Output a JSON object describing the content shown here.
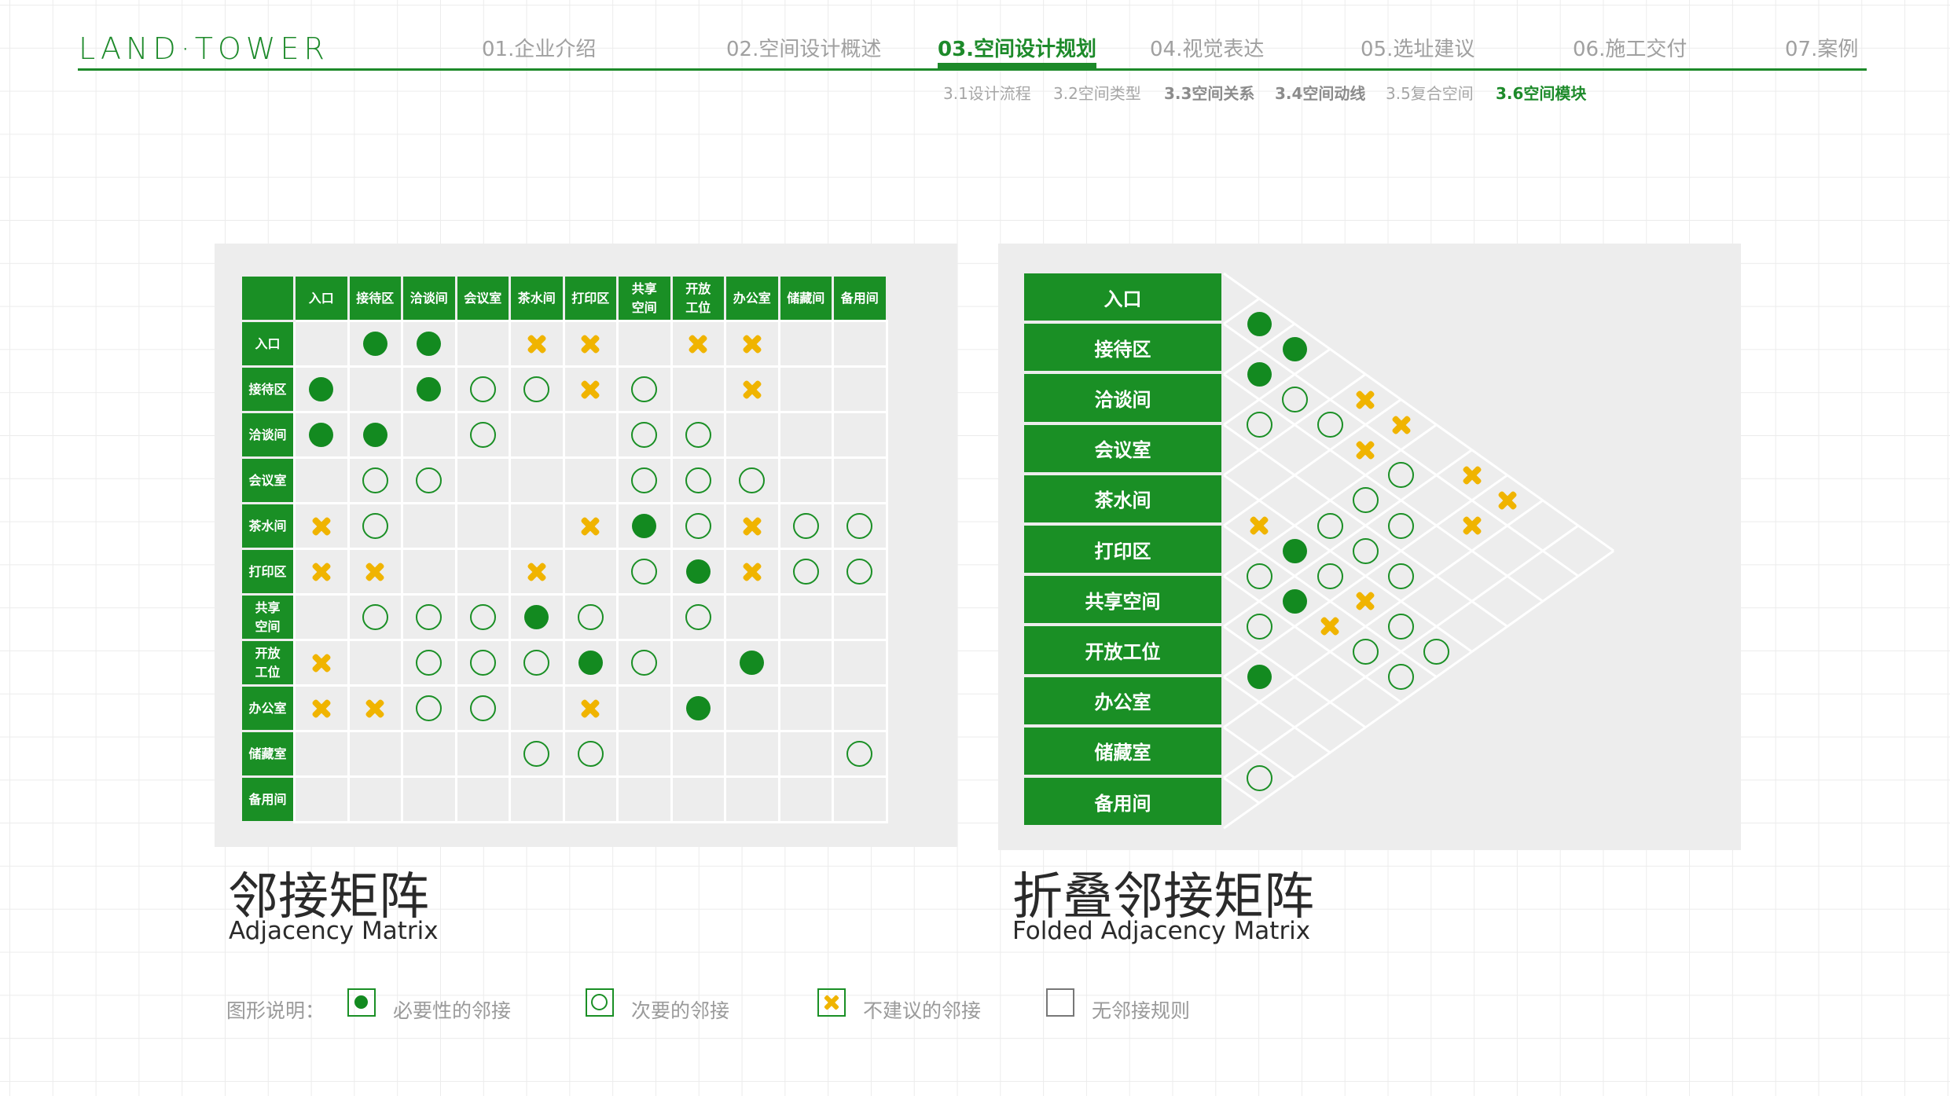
{
  "header": {
    "logo": "LAND·TOWER",
    "nav": [
      {
        "label": "01.企业介绍",
        "active": false
      },
      {
        "label": "02.空间设计概述",
        "active": false
      },
      {
        "label": "03.空间设计规划",
        "active": true
      },
      {
        "label": "04.视觉表达",
        "active": false
      },
      {
        "label": "05.选址建议",
        "active": false
      },
      {
        "label": "06.施工交付",
        "active": false
      },
      {
        "label": "07.案例",
        "active": false
      }
    ],
    "subnav": [
      {
        "label": "3.1设计流程",
        "state": "normal"
      },
      {
        "label": "3.2空间类型",
        "state": "normal"
      },
      {
        "label": "3.3空间关系",
        "state": "bold"
      },
      {
        "label": "3.4空间动线",
        "state": "bold"
      },
      {
        "label": "3.5复合空间",
        "state": "normal"
      },
      {
        "label": "3.6空间模块",
        "state": "active"
      }
    ]
  },
  "matrix": {
    "col_headers": [
      "入口",
      "接待区",
      "洽谈间",
      "会议室",
      "茶水间",
      "打印区",
      "共享\n空间",
      "开放\n工位",
      "办公室",
      "储藏间",
      "备用间"
    ],
    "row_headers": [
      "入口",
      "接待区",
      "洽谈间",
      "会议室",
      "茶水间",
      "打印区",
      "共享\n空间",
      "开放\n工位",
      "办公室",
      "储藏室",
      "备用间"
    ],
    "cells": [
      [
        "",
        "F",
        "F",
        "",
        "X",
        "X",
        "",
        "X",
        "X",
        "",
        ""
      ],
      [
        "F",
        "",
        "F",
        "O",
        "O",
        "X",
        "O",
        "",
        "X",
        "",
        ""
      ],
      [
        "F",
        "F",
        "",
        "O",
        "",
        "",
        "O",
        "O",
        "",
        "",
        ""
      ],
      [
        "",
        "O",
        "O",
        "",
        "",
        "",
        "O",
        "O",
        "O",
        "",
        ""
      ],
      [
        "X",
        "O",
        "",
        "",
        "",
        "X",
        "F",
        "O",
        "X",
        "O",
        "O"
      ],
      [
        "X",
        "X",
        "",
        "",
        "X",
        "",
        "O",
        "F",
        "X",
        "O",
        "O"
      ],
      [
        "",
        "O",
        "O",
        "O",
        "F",
        "O",
        "",
        "O",
        "",
        "",
        ""
      ],
      [
        "X",
        "",
        "O",
        "O",
        "O",
        "F",
        "O",
        "",
        "F",
        "",
        ""
      ],
      [
        "X",
        "X",
        "O",
        "O",
        "",
        "X",
        "",
        "F",
        "",
        "",
        ""
      ],
      [
        "",
        "",
        "",
        "",
        "O",
        "O",
        "",
        "",
        "",
        "",
        "O"
      ],
      [
        "",
        "",
        "",
        "",
        "",
        "",
        "",
        "",
        "",
        "",
        ""
      ]
    ],
    "title_cn": "邻接矩阵",
    "title_en": "Adjacency  Matrix"
  },
  "folded": {
    "labels": [
      "入口",
      "接待区",
      "洽谈间",
      "会议室",
      "茶水间",
      "打印区",
      "共享空间",
      "开放工位",
      "办公室",
      "储藏室",
      "备用间"
    ],
    "pairs": [
      {
        "i": 0,
        "j": 1,
        "v": "F"
      },
      {
        "i": 0,
        "j": 2,
        "v": "F"
      },
      {
        "i": 0,
        "j": 4,
        "v": "X"
      },
      {
        "i": 0,
        "j": 5,
        "v": "X"
      },
      {
        "i": 0,
        "j": 7,
        "v": "X"
      },
      {
        "i": 0,
        "j": 8,
        "v": "X"
      },
      {
        "i": 1,
        "j": 2,
        "v": "F"
      },
      {
        "i": 1,
        "j": 3,
        "v": "O"
      },
      {
        "i": 1,
        "j": 4,
        "v": "O"
      },
      {
        "i": 1,
        "j": 5,
        "v": "X"
      },
      {
        "i": 1,
        "j": 6,
        "v": "O"
      },
      {
        "i": 1,
        "j": 8,
        "v": "X"
      },
      {
        "i": 2,
        "j": 3,
        "v": "O"
      },
      {
        "i": 2,
        "j": 6,
        "v": "O"
      },
      {
        "i": 2,
        "j": 7,
        "v": "O"
      },
      {
        "i": 3,
        "j": 6,
        "v": "O"
      },
      {
        "i": 3,
        "j": 7,
        "v": "O"
      },
      {
        "i": 3,
        "j": 8,
        "v": "O"
      },
      {
        "i": 4,
        "j": 5,
        "v": "X"
      },
      {
        "i": 4,
        "j": 6,
        "v": "F"
      },
      {
        "i": 4,
        "j": 7,
        "v": "O"
      },
      {
        "i": 4,
        "j": 8,
        "v": "X"
      },
      {
        "i": 4,
        "j": 9,
        "v": "O"
      },
      {
        "i": 4,
        "j": 10,
        "v": "O"
      },
      {
        "i": 5,
        "j": 6,
        "v": "O"
      },
      {
        "i": 5,
        "j": 7,
        "v": "F"
      },
      {
        "i": 5,
        "j": 8,
        "v": "X"
      },
      {
        "i": 5,
        "j": 9,
        "v": "O"
      },
      {
        "i": 5,
        "j": 10,
        "v": "O"
      },
      {
        "i": 6,
        "j": 7,
        "v": "O"
      },
      {
        "i": 7,
        "j": 8,
        "v": "F"
      },
      {
        "i": 9,
        "j": 10,
        "v": "O"
      }
    ],
    "title_cn": "折叠邻接矩阵",
    "title_en": "Folded Adjacency  Matrix"
  },
  "legend": {
    "caption": "图形说明：",
    "items": [
      {
        "type": "F",
        "label": "必要性的邻接"
      },
      {
        "type": "O",
        "label": "次要的邻接"
      },
      {
        "type": "X",
        "label": "不建议的邻接"
      },
      {
        "type": "E",
        "label": "无邻接规则"
      }
    ]
  },
  "colors": {
    "green": "#1a8f25",
    "yellow": "#f0b400",
    "panel": "#ededed"
  }
}
